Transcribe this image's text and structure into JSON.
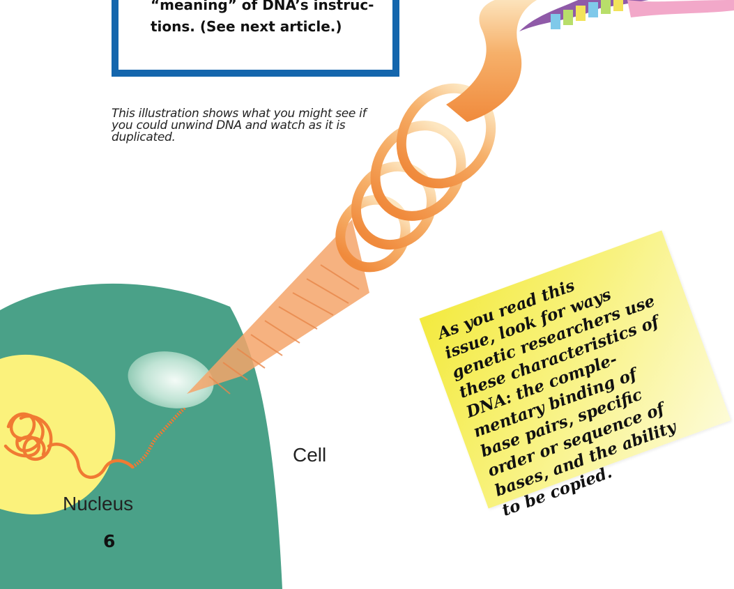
{
  "callout": {
    "lines": [
      "“meaning” of DNA’s instruc-",
      "tions. (See next article.)"
    ]
  },
  "caption": {
    "lines": [
      "This illustration shows what you might see if",
      "you could unwind DNA and watch as it is",
      "duplicated."
    ]
  },
  "labels": {
    "cell": "Cell",
    "nucleus": "Nucleus"
  },
  "page_number": "6",
  "note": {
    "lines": [
      "As you read this",
      "issue, look for ways",
      "genetic researchers use",
      "these characteristics of",
      "DNA: the comple-",
      "mentary binding of",
      "base pairs, specific",
      "order or sequence of",
      "bases, and the ability",
      "to be copied."
    ]
  },
  "colors": {
    "cell": "#4aa188",
    "nucleus": "#fbf27c",
    "dna": "#f07a33",
    "box_border": "#1466ad",
    "pink_ribbon": "#f2a8c9"
  }
}
